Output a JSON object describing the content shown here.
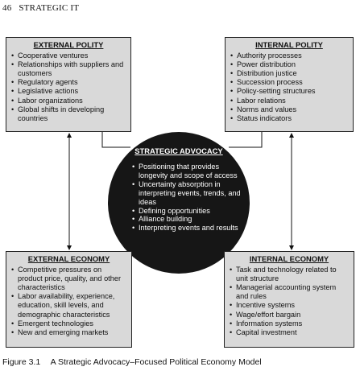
{
  "header": {
    "page_number": "46",
    "running_title": "STRATEGIC IT"
  },
  "external_polity": {
    "title": "EXTERNAL POLITY",
    "items": [
      "Cooperative ventures",
      "Relationships with suppliers and customers",
      "Regulatory agents",
      "Legislative actions",
      "Labor organizations",
      "Global shifts in developing countries"
    ]
  },
  "internal_polity": {
    "title": "INTERNAL POLITY",
    "items": [
      "Authority processes",
      "Power distribution",
      "Distribution justice",
      "Succession process",
      "Policy-setting structures",
      "Labor relations",
      "Norms and values",
      "Status indicators"
    ]
  },
  "strategic_advocacy": {
    "title": "STRATEGIC ADVOCACY",
    "items": [
      "Positioning that provides longevity and scope of access",
      "Uncertainty absorption in interpreting events, trends, and ideas",
      "Defining opportunities",
      "Alliance building",
      "Interpreting events and results"
    ]
  },
  "external_economy": {
    "title": "EXTERNAL ECONOMY",
    "items": [
      "Competitive pressures on product price, quality, and other characteristics",
      "Labor availability, experience, education, skill levels, and demographic characteristics",
      "Emergent technologies",
      "New and emerging markets"
    ]
  },
  "internal_economy": {
    "title": "INTERNAL ECONOMY",
    "items": [
      "Task and technology related to unit structure",
      "Managerial accounting system and rules",
      "Incentive systems",
      "Wage/effort bargain",
      "Information systems",
      "Capital investment"
    ]
  },
  "caption": {
    "figure_number": "Figure 3.1",
    "text": "A Strategic Advocacy–Focused Political Economy Model"
  }
}
